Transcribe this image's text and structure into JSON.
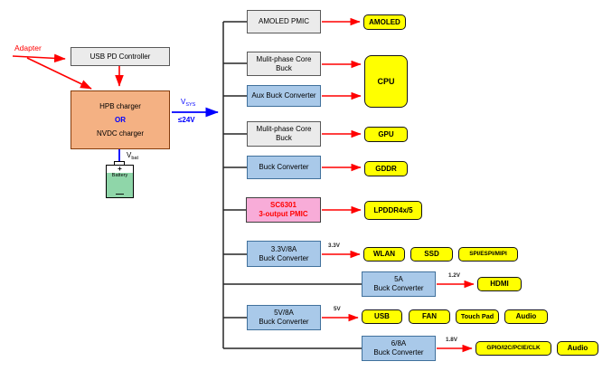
{
  "diagram_type": "power-tree-block-diagram",
  "colors": {
    "wire_red": "#ff0000",
    "wire_blue": "#0000ff",
    "wire_black": "#262626",
    "load_fill": "#ffff00",
    "charger_fill": "#f4b183",
    "converter_blue_fill": "#a9c9e9",
    "converter_gray_fill": "#ebebeb",
    "pmic_pink_fill": "#f8acd8",
    "battery_fill": "#8fd6a9"
  },
  "left": {
    "adapter": "Adapter",
    "usb_pd_controller": "USB PD Controller",
    "charger": {
      "line1": "HPB charger",
      "line2": "OR",
      "line3": "NVDC charger"
    },
    "vsys": {
      "main": "V",
      "sub": "SYS",
      "limit": "≤24V"
    },
    "vbat": {
      "main": "V",
      "sub": "bat"
    },
    "battery": {
      "plus": "+",
      "label": "Battery",
      "minus": "—"
    }
  },
  "converters": [
    {
      "lines": [
        "AMOLED PMIC",
        ""
      ]
    },
    {
      "lines": [
        "Mulit-phase Core",
        "Buck"
      ]
    },
    {
      "lines": [
        "Aux Buck Converter",
        ""
      ]
    },
    {
      "lines": [
        "Mulit-phase Core",
        "Buck"
      ]
    },
    {
      "lines": [
        "Buck Converter",
        ""
      ]
    },
    {
      "lines": [
        "SC6301",
        "3-output PMIC"
      ]
    },
    {
      "lines": [
        "3.3V/8A",
        "Buck Converter"
      ]
    },
    {
      "lines": [
        "5A",
        "Buck Converter"
      ]
    },
    {
      "lines": [
        "5V/8A",
        "Buck Converter"
      ]
    },
    {
      "lines": [
        "6/8A",
        "Buck Converter"
      ]
    }
  ],
  "loads": {
    "amoled": "AMOLED",
    "cpu": "CPU",
    "gpu": "GPU",
    "gddr": "GDDR",
    "lpddr": "LPDDR4x/5",
    "wlan": "WLAN",
    "ssd": "SSD",
    "spi": "SPI/ESPI/MIPI",
    "hdmi": "HDMI",
    "usb": "USB",
    "fan": "FAN",
    "touchpad": "Touch Pad",
    "audio1": "Audio",
    "gpio": "GPIO/I2C/PCIE/CLK",
    "audio2": "Audio"
  },
  "rail_labels": {
    "v33": "3.3V",
    "v12": "1.2V",
    "v5": "5V",
    "v18": "1.8V"
  }
}
